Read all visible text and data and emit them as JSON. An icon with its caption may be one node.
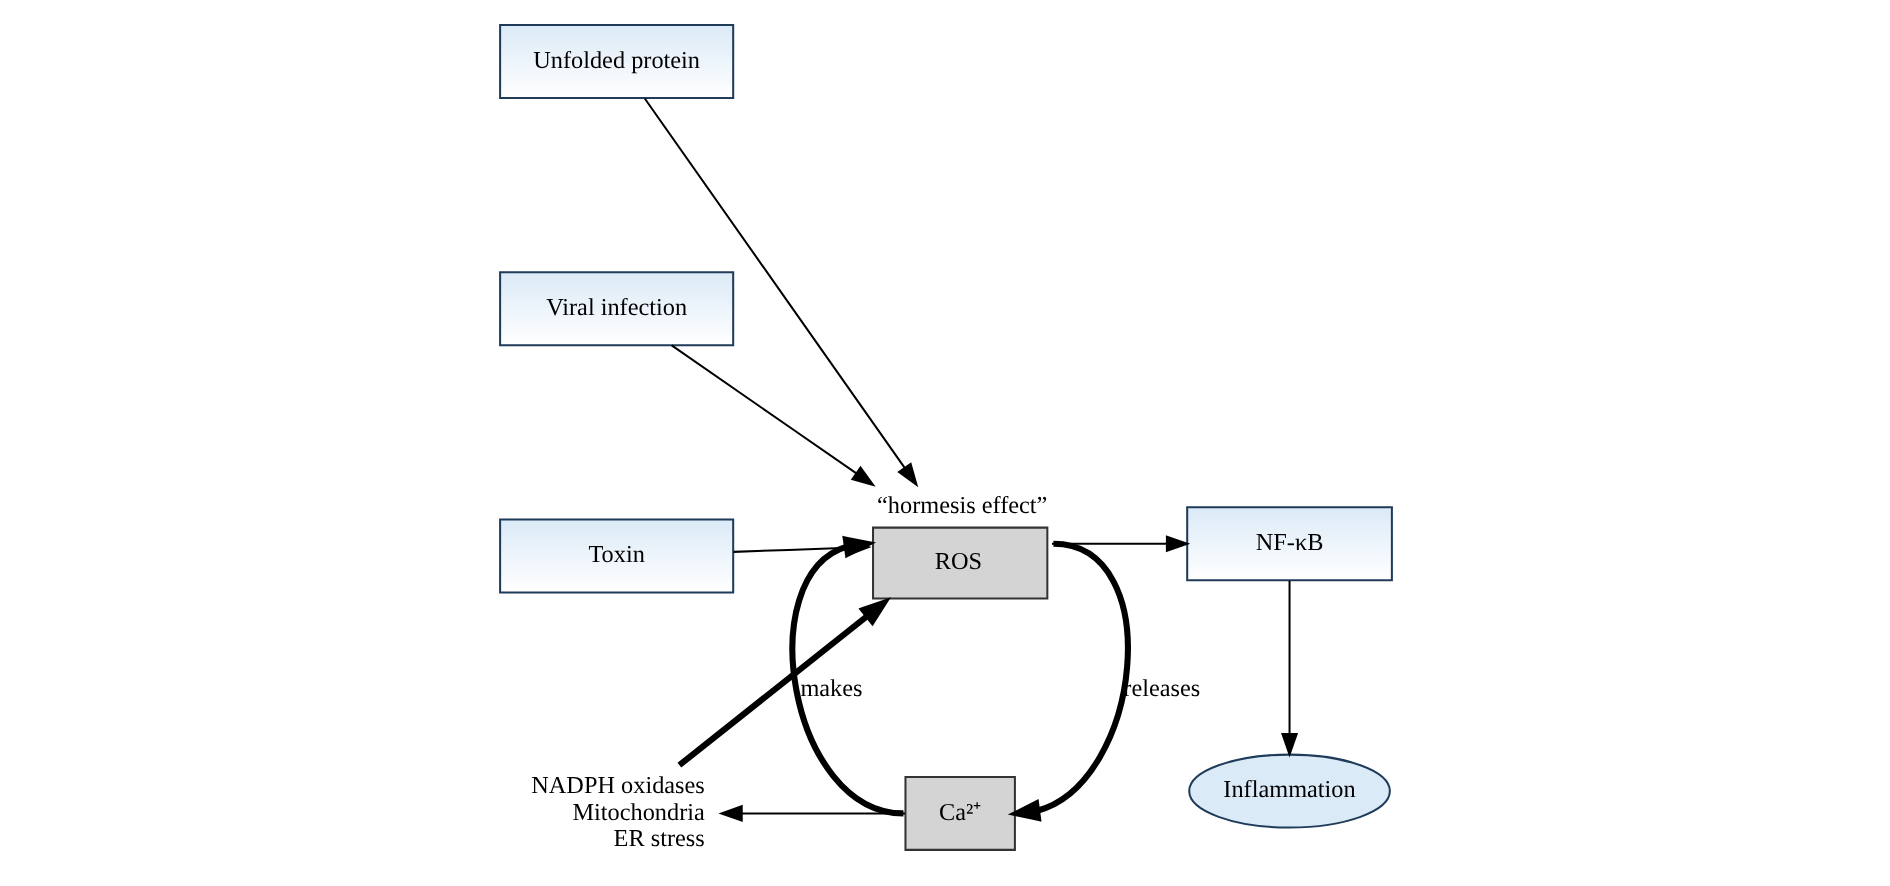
{
  "diagram": {
    "nodes": [
      {
        "text": [
          "Unfolded protein"
        ]
      },
      {
        "text": [
          "Viral infection"
        ]
      },
      {
        "text": [
          "Toxin"
        ]
      },
      {
        "text": [
          "ROS"
        ],
        "beside": [
          "“hormesis effect”"
        ]
      },
      {
        "text": [
          "Ca²⁺"
        ]
      },
      {
        "text": [
          "NF-κB"
        ]
      },
      {
        "text": [
          "Inflammation"
        ]
      },
      {
        "text": [
          "NADPH oxidases",
          "Mitochondria",
          "ER stress"
        ]
      }
    ],
    "edges": [
      {
        "from": 0,
        "to": 3,
        "arrow": "to"
      },
      {
        "from": 1,
        "to": 3,
        "arrow": "to"
      },
      {
        "from": 2,
        "to": 3,
        "arrow": "to"
      },
      {
        "from": 3,
        "to": 5,
        "arrow": "to"
      },
      {
        "from": 3,
        "to": 4,
        "arrow": "to",
        "label": "releases",
        "style": "thick"
      },
      {
        "from": 4,
        "to": 3,
        "arrow": "to",
        "label": "makes",
        "style": "thick"
      },
      {
        "from": 5,
        "to": 6,
        "arrow": "to"
      },
      {
        "from": 7,
        "to": 3,
        "arrow": "to",
        "style": "thick"
      },
      {
        "from": 4,
        "to": 7,
        "arrow": "to"
      }
    ]
  }
}
